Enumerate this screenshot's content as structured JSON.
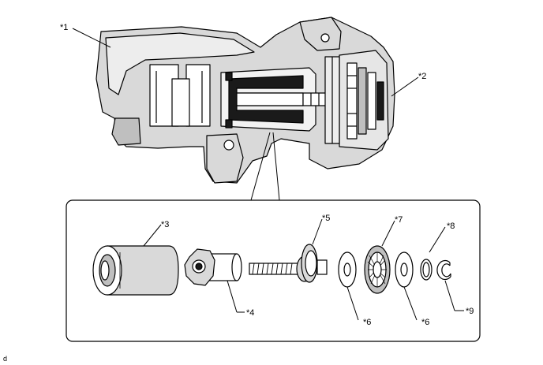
{
  "callouts": {
    "c1": "*1",
    "c2": "*2",
    "c3": "*3",
    "c4": "*4",
    "c5": "*5",
    "c6a": "*6",
    "c6b": "*6",
    "c7": "*7",
    "c8": "*8",
    "c9": "*9"
  },
  "corner_mark": "d",
  "colors": {
    "line": "#000000",
    "fill_light": "#ffffff",
    "fill_shade": "#d9d9d9",
    "fill_dark": "#1a1a1a"
  },
  "parts": [
    {
      "callout": "*1",
      "icon": "brake-caliper-body"
    },
    {
      "callout": "*2",
      "icon": "parking-brake-actuator"
    },
    {
      "callout": "*3",
      "icon": "piston"
    },
    {
      "callout": "*4",
      "icon": "nut-spindle"
    },
    {
      "callout": "*5",
      "icon": "screw-shaft"
    },
    {
      "callout": "*6",
      "icon": "thrust-washer"
    },
    {
      "callout": "*7",
      "icon": "needle-bearing"
    },
    {
      "callout": "*8",
      "icon": "o-ring"
    },
    {
      "callout": "*9",
      "icon": "snap-ring"
    }
  ]
}
